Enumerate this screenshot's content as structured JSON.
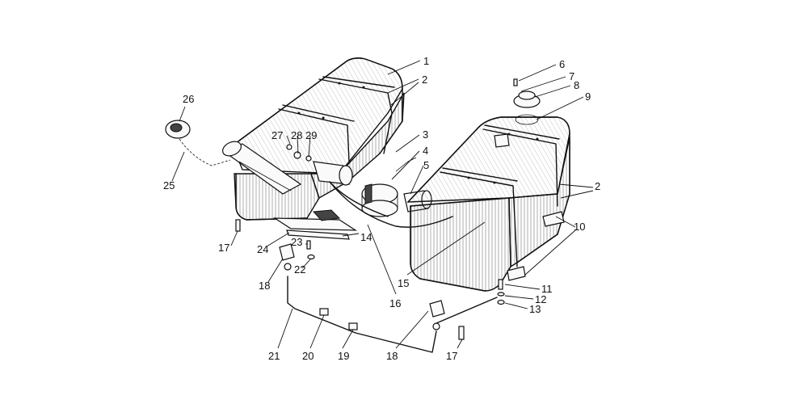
{
  "callouts": {
    "c1": "1",
    "c2a": "2",
    "c2b": "2",
    "c3": "3",
    "c4": "4",
    "c5": "5",
    "c6": "6",
    "c7": "7",
    "c8": "8",
    "c9": "9",
    "c10": "10",
    "c11": "11",
    "c12": "12",
    "c13": "13",
    "c14": "14",
    "c15": "15",
    "c16": "16",
    "c17a": "17",
    "c17b": "17",
    "c18a": "18",
    "c18b": "18",
    "c19": "19",
    "c20": "20",
    "c21": "21",
    "c22": "22",
    "c23": "23",
    "c24": "24",
    "c25": "25",
    "c26": "26",
    "c27": "27",
    "c28": "28",
    "c29": "29"
  }
}
